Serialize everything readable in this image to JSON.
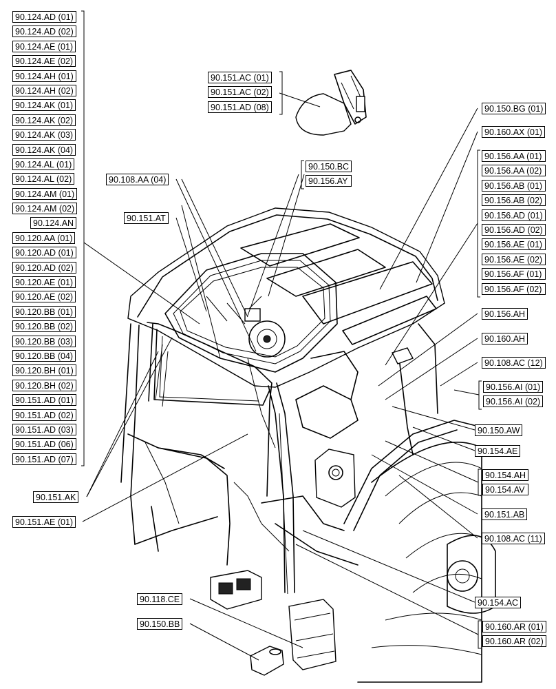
{
  "left_group": [
    "90.124.AD (01)",
    "90.124.AD (02)",
    "90.124.AE (01)",
    "90.124.AE (02)",
    "90.124.AH (01)",
    "90.124.AH (02)",
    "90.124.AK (01)",
    "90.124.AK (02)",
    "90.124.AK (03)",
    "90.124.AK (04)",
    "90.124.AL (01)",
    "90.124.AL (02)",
    "90.124.AM (01)",
    "90.124.AM (02)",
    "90.124.AN",
    "90.120.AA (01)",
    "90.120.AD (01)",
    "90.120.AD (02)",
    "90.120.AE (01)",
    "90.120.AE (02)",
    "90.120.BB (01)",
    "90.120.BB (02)",
    "90.120.BB (03)",
    "90.120.BB (04)",
    "90.120.BH (01)",
    "90.120.BH (02)",
    "90.151.AD (01)",
    "90.151.AD (02)",
    "90.151.AD (03)",
    "90.151.AD (06)",
    "90.151.AD (07)"
  ],
  "top_group": [
    "90.151.AC (01)",
    "90.151.AC (02)",
    "90.151.AD (08)"
  ],
  "bc_group": [
    "90.150.BC",
    "90.156.AY"
  ],
  "right_156_group": [
    "90.156.AA (01)",
    "90.156.AA (02)",
    "90.156.AB (01)",
    "90.156.AB (02)",
    "90.156.AD (01)",
    "90.156.AD (02)",
    "90.156.AE (01)",
    "90.156.AE (02)",
    "90.156.AF (01)",
    "90.156.AF (02)"
  ],
  "ai_group": [
    "90.156.AI (01)",
    "90.156.AI (02)"
  ],
  "ah_av_group": [
    "90.154.AH",
    "90.154.AV"
  ],
  "ar_group": [
    "90.160.AR (01)",
    "90.160.AR (02)"
  ],
  "singles": {
    "aa04": "90.108.AA (04)",
    "at": "90.151.AT",
    "bg": "90.150.BG (01)",
    "ax": "90.160.AX (01)",
    "s156ah": "90.156.AH",
    "s160ah": "90.160.AH",
    "ac12": "90.108.AC (12)",
    "aw": "90.150.AW",
    "ae154": "90.154.AE",
    "ab151": "90.151.AB",
    "ac11": "90.108.AC (11)",
    "ac154": "90.154.AC",
    "ak": "90.151.AK",
    "ae01": "90.151.AE (01)",
    "ce": "90.118.CE",
    "bb": "90.150.BB"
  }
}
